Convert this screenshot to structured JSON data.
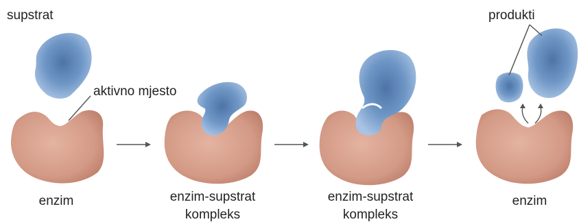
{
  "labels": {
    "substrate": "supstrat",
    "active_site": "aktivno mjesto",
    "products": "produkti",
    "stage1": "enzim",
    "stage2_line1": "enzim-supstrat",
    "stage2_line2": "kompleks",
    "stage3_line1": "enzim-supstrat",
    "stage3_line2": "kompleks",
    "stage4": "enzim"
  },
  "colors": {
    "enzyme": "#d39a86",
    "enzyme_dark": "#b87662",
    "substrate": "#6f97c6",
    "substrate_light": "#9dbbe0",
    "substrate_dark": "#4f77a8",
    "arrow": "#555555"
  }
}
